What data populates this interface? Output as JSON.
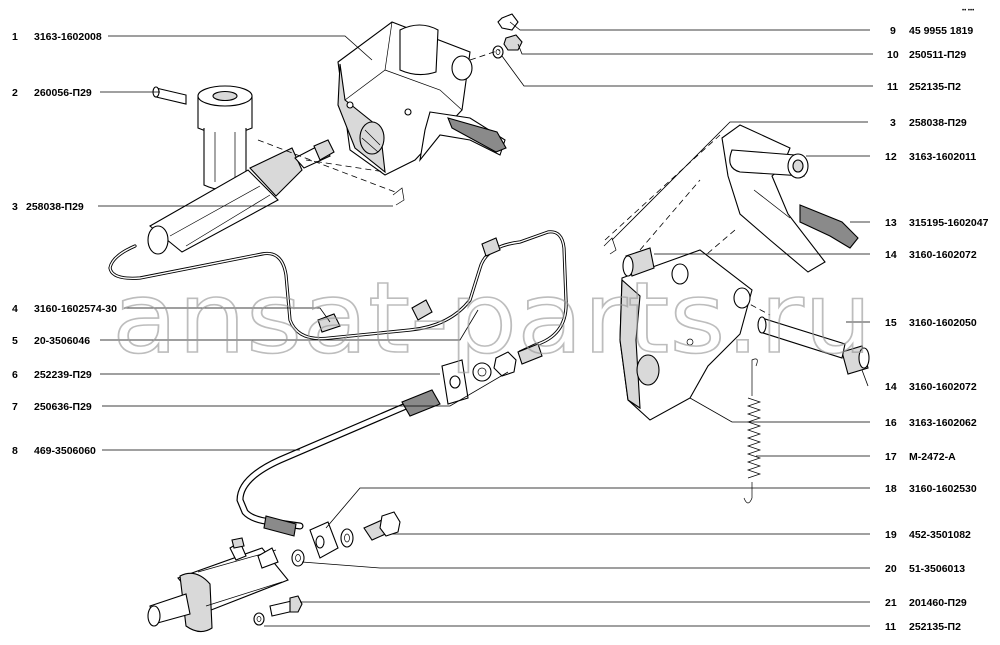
{
  "watermark": "ansat-parts.ru",
  "corner_mark": "•• •••",
  "callouts": [
    {
      "num": "1",
      "part": "3163-1602008"
    },
    {
      "num": "2",
      "part": "260056-П29"
    },
    {
      "num": "3",
      "part": "258038-П29"
    },
    {
      "num": "4",
      "part": "3160-1602574-30"
    },
    {
      "num": "5",
      "part": "20-3506046"
    },
    {
      "num": "6",
      "part": "252239-П29"
    },
    {
      "num": "7",
      "part": "250636-П29"
    },
    {
      "num": "8",
      "part": "469-3506060"
    },
    {
      "num": "9",
      "part": "45 9955 1819"
    },
    {
      "num": "10",
      "part": "250511-П29"
    },
    {
      "num": "11",
      "part": "252135-П2"
    },
    {
      "num": "3",
      "part": "258038-П29"
    },
    {
      "num": "12",
      "part": "3163-1602011"
    },
    {
      "num": "13",
      "part": "315195-1602047"
    },
    {
      "num": "14",
      "part": "3160-1602072"
    },
    {
      "num": "15",
      "part": "3160-1602050"
    },
    {
      "num": "14",
      "part": "3160-1602072"
    },
    {
      "num": "16",
      "part": "3163-1602062"
    },
    {
      "num": "17",
      "part": "М-2472-А"
    },
    {
      "num": "18",
      "part": "3160-1602530"
    },
    {
      "num": "19",
      "part": "452-3501082"
    },
    {
      "num": "20",
      "part": "51-3506013"
    },
    {
      "num": "21",
      "part": "201460-П29"
    },
    {
      "num": "11",
      "part": "252135-П2"
    }
  ]
}
